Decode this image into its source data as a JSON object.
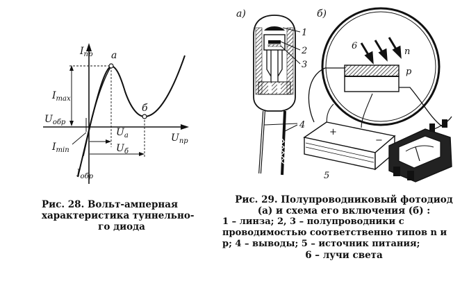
{
  "fig28": {
    "y_axis": "I",
    "y_axis_sub": "пр",
    "x_axis": "U",
    "x_axis_sub": "пр",
    "x_neg": "U",
    "x_neg_sub": "обр",
    "y_neg": "I",
    "y_neg_sub": "обр",
    "imax": "I",
    "imax_sub": "max",
    "imin": "I",
    "imin_sub": "min",
    "ua": "U",
    "ua_sub": "а",
    "ub": "U",
    "ub_sub": "б",
    "point_a": "а",
    "point_b": "б",
    "caption_lines": [
      "Рис. 28. Вольт-амперная",
      "характеристика туннельно-",
      "го диода"
    ]
  },
  "fig29": {
    "label_a": "а)",
    "label_b": "б)",
    "callouts": [
      "1",
      "2",
      "3",
      "4",
      "5",
      "6"
    ],
    "n_label": "n",
    "p_label": "p",
    "plus": "+",
    "minus": "−",
    "caption_title": "Рис. 29. Полупроводниковый фотодиод",
    "caption_sub": "(а) и схема его включения (б) :",
    "legend_lines": [
      "1 – линза; 2, 3 – полупроводники с",
      "проводимостью соответственно типов n и",
      "p; 4 – выводы; 5 – источник питания;",
      "6 – лучи света"
    ]
  }
}
